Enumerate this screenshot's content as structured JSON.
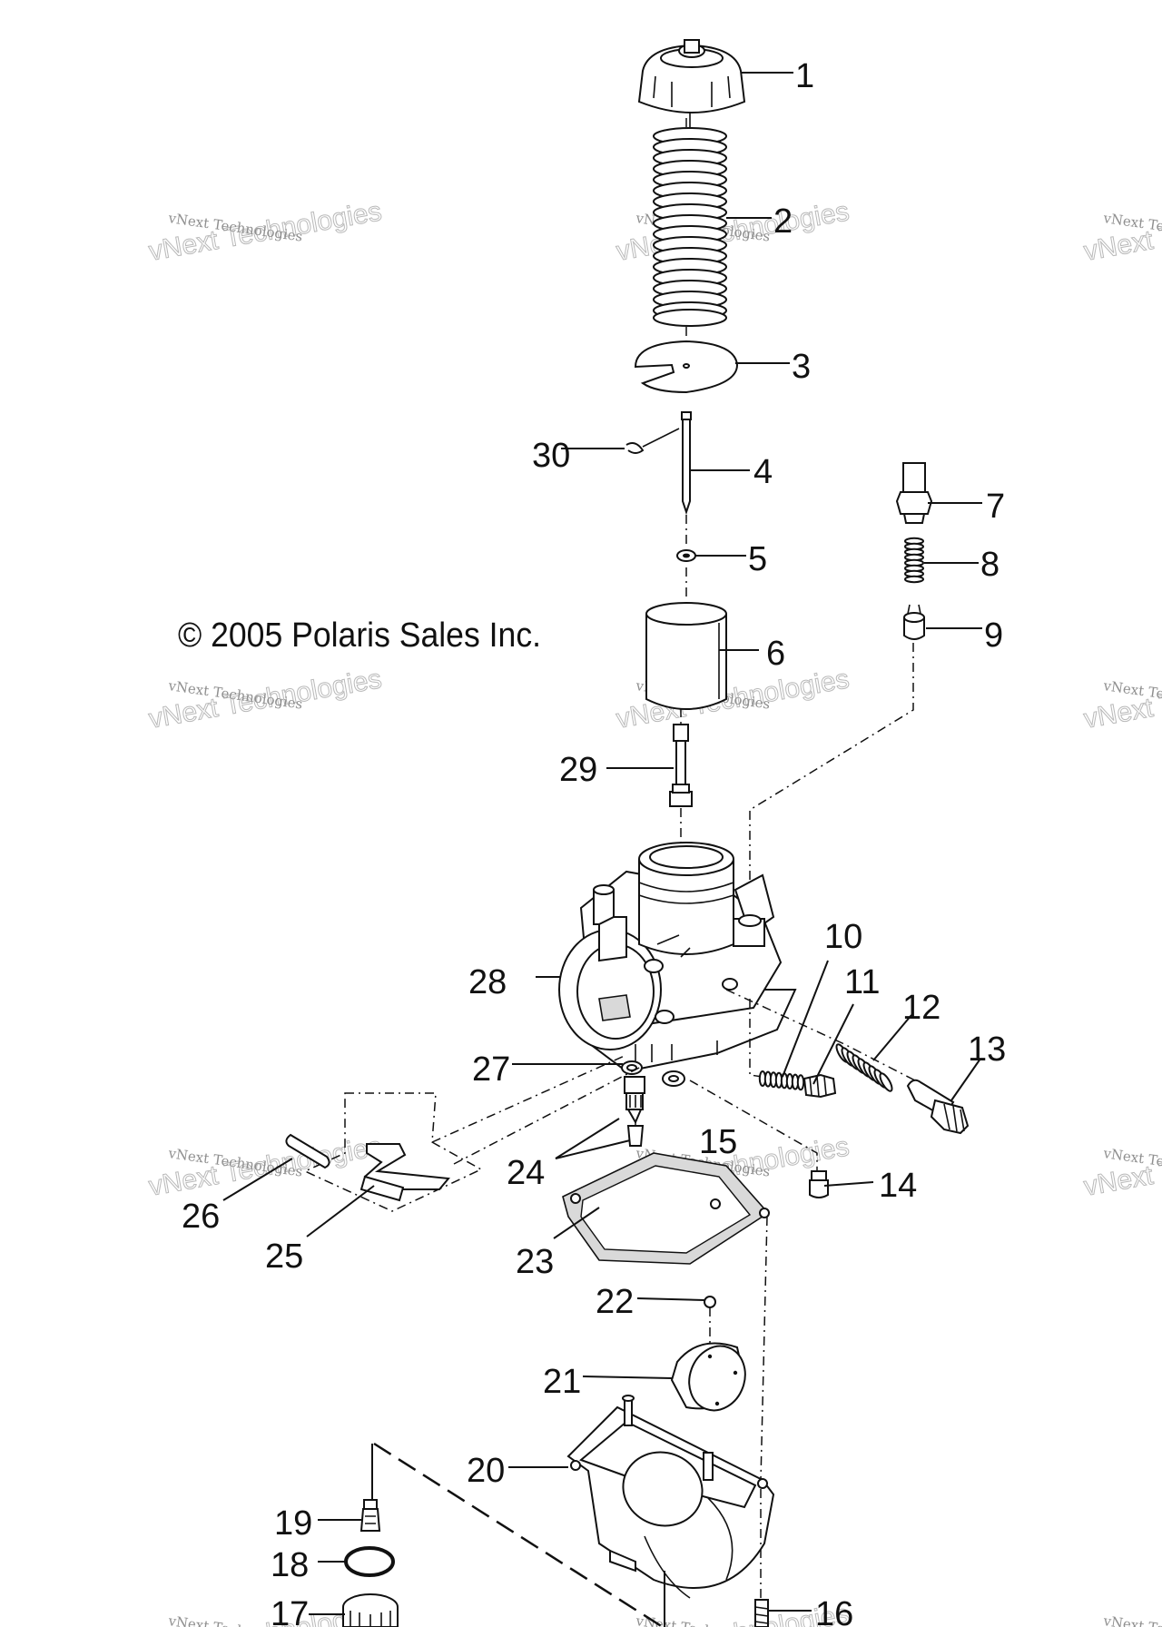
{
  "copyright": "© 2005 Polaris Sales Inc.",
  "watermark": {
    "line1": "vNext Technologies",
    "line2": "vNext Technologies"
  },
  "callouts": [
    {
      "id": "1",
      "text": "1"
    },
    {
      "id": "2",
      "text": "2"
    },
    {
      "id": "3",
      "text": "3"
    },
    {
      "id": "4",
      "text": "4"
    },
    {
      "id": "5",
      "text": "5"
    },
    {
      "id": "6",
      "text": "6"
    },
    {
      "id": "7",
      "text": "7"
    },
    {
      "id": "8",
      "text": "8"
    },
    {
      "id": "9",
      "text": "9"
    },
    {
      "id": "10",
      "text": "10"
    },
    {
      "id": "11",
      "text": "11"
    },
    {
      "id": "12",
      "text": "12"
    },
    {
      "id": "13",
      "text": "13"
    },
    {
      "id": "14",
      "text": "14"
    },
    {
      "id": "15",
      "text": "15"
    },
    {
      "id": "16",
      "text": "16"
    },
    {
      "id": "17",
      "text": "17"
    },
    {
      "id": "18",
      "text": "18"
    },
    {
      "id": "19",
      "text": "19"
    },
    {
      "id": "20",
      "text": "20"
    },
    {
      "id": "21",
      "text": "21"
    },
    {
      "id": "22",
      "text": "22"
    },
    {
      "id": "23",
      "text": "23"
    },
    {
      "id": "24",
      "text": "24"
    },
    {
      "id": "25",
      "text": "25"
    },
    {
      "id": "26",
      "text": "26"
    },
    {
      "id": "27",
      "text": "27"
    },
    {
      "id": "28",
      "text": "28"
    },
    {
      "id": "29",
      "text": "29"
    },
    {
      "id": "30",
      "text": "30"
    }
  ]
}
